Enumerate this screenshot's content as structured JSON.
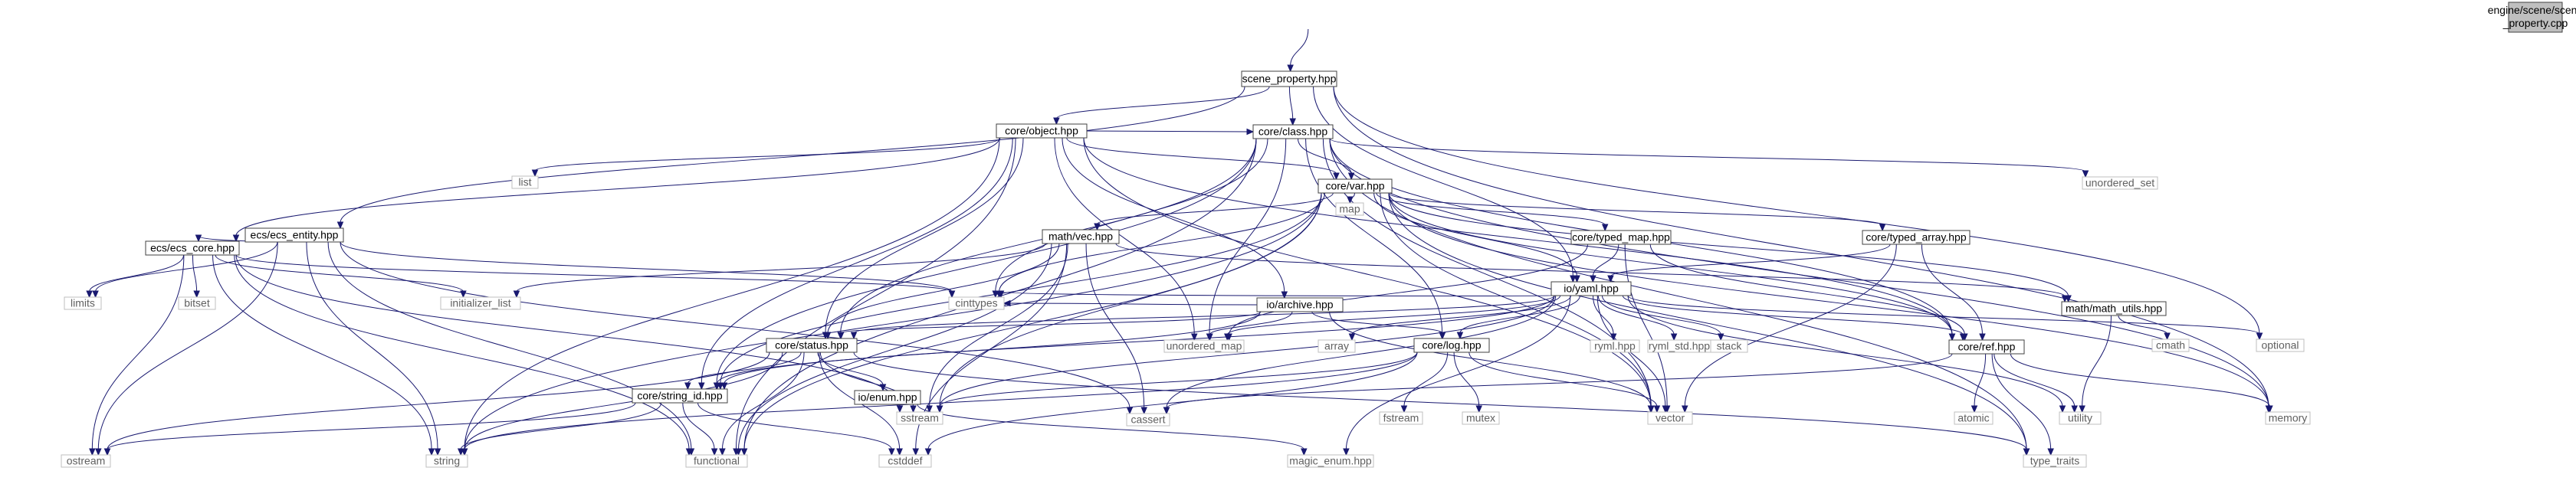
{
  "colors": {
    "edge": "#191970",
    "local_border": "#404040",
    "system_border": "#bfbfbf",
    "root_fill": "#bfbfbf",
    "background": "#ffffff"
  },
  "graph": {
    "root_label_lines": [
      "engine/scene/scene",
      "_property.cpp"
    ],
    "nodes": [
      {
        "id": "scene_property_hpp",
        "label": "scene_property.hpp",
        "kind": "local"
      },
      {
        "id": "core_object_hpp",
        "label": "core/object.hpp",
        "kind": "local"
      },
      {
        "id": "core_class_hpp",
        "label": "core/class.hpp",
        "kind": "local"
      },
      {
        "id": "core_var_hpp",
        "label": "core/var.hpp",
        "kind": "local"
      },
      {
        "id": "ecs_ecs_entity_hpp",
        "label": "ecs/ecs_entity.hpp",
        "kind": "local"
      },
      {
        "id": "ecs_ecs_core_hpp",
        "label": "ecs/ecs_core.hpp",
        "kind": "local"
      },
      {
        "id": "math_vec_hpp",
        "label": "math/vec.hpp",
        "kind": "local"
      },
      {
        "id": "core_typed_map_hpp",
        "label": "core/typed_map.hpp",
        "kind": "local"
      },
      {
        "id": "core_typed_array_hpp",
        "label": "core/typed_array.hpp",
        "kind": "local"
      },
      {
        "id": "io_archive_hpp",
        "label": "io/archive.hpp",
        "kind": "local"
      },
      {
        "id": "io_yaml_hpp",
        "label": "io/yaml.hpp",
        "kind": "local"
      },
      {
        "id": "math_math_utils_hpp",
        "label": "math/math_utils.hpp",
        "kind": "local"
      },
      {
        "id": "core_status_hpp",
        "label": "core/status.hpp",
        "kind": "local"
      },
      {
        "id": "core_log_hpp",
        "label": "core/log.hpp",
        "kind": "local"
      },
      {
        "id": "core_ref_hpp",
        "label": "core/ref.hpp",
        "kind": "local"
      },
      {
        "id": "core_string_id_hpp",
        "label": "core/string_id.hpp",
        "kind": "local"
      },
      {
        "id": "io_enum_hpp",
        "label": "io/enum.hpp",
        "kind": "local"
      },
      {
        "id": "list",
        "label": "list",
        "kind": "system"
      },
      {
        "id": "unordered_set",
        "label": "unordered_set",
        "kind": "system"
      },
      {
        "id": "map",
        "label": "map",
        "kind": "system"
      },
      {
        "id": "limits",
        "label": "limits",
        "kind": "system"
      },
      {
        "id": "bitset",
        "label": "bitset",
        "kind": "system"
      },
      {
        "id": "initializer_list",
        "label": "initializer_list",
        "kind": "system"
      },
      {
        "id": "cinttypes",
        "label": "cinttypes",
        "kind": "system"
      },
      {
        "id": "unordered_map",
        "label": "unordered_map",
        "kind": "system"
      },
      {
        "id": "array",
        "label": "array",
        "kind": "system"
      },
      {
        "id": "ryml_hpp",
        "label": "ryml.hpp",
        "kind": "system"
      },
      {
        "id": "ryml_std_hpp",
        "label": "ryml_std.hpp",
        "kind": "system"
      },
      {
        "id": "stack",
        "label": "stack",
        "kind": "system"
      },
      {
        "id": "optional",
        "label": "optional",
        "kind": "system"
      },
      {
        "id": "cmath",
        "label": "cmath",
        "kind": "system"
      },
      {
        "id": "sstream",
        "label": "sstream",
        "kind": "system"
      },
      {
        "id": "cassert",
        "label": "cassert",
        "kind": "system"
      },
      {
        "id": "fstream",
        "label": "fstream",
        "kind": "system"
      },
      {
        "id": "mutex",
        "label": "mutex",
        "kind": "system"
      },
      {
        "id": "vector",
        "label": "vector",
        "kind": "system"
      },
      {
        "id": "atomic",
        "label": "atomic",
        "kind": "system"
      },
      {
        "id": "utility",
        "label": "utility",
        "kind": "system"
      },
      {
        "id": "memory",
        "label": "memory",
        "kind": "system"
      },
      {
        "id": "ostream",
        "label": "ostream",
        "kind": "system"
      },
      {
        "id": "string",
        "label": "string",
        "kind": "system"
      },
      {
        "id": "functional",
        "label": "functional",
        "kind": "system"
      },
      {
        "id": "cstddef",
        "label": "cstddef",
        "kind": "system"
      },
      {
        "id": "magic_enum_hpp",
        "label": "magic_enum.hpp",
        "kind": "system"
      },
      {
        "id": "type_traits",
        "label": "type_traits",
        "kind": "system"
      }
    ],
    "edges": [
      [
        "root",
        "scene_property_hpp"
      ],
      [
        "scene_property_hpp",
        "core_object_hpp"
      ],
      [
        "scene_property_hpp",
        "core_class_hpp"
      ],
      [
        "scene_property_hpp",
        "ecs_ecs_entity_hpp"
      ],
      [
        "scene_property_hpp",
        "io_yaml_hpp"
      ],
      [
        "scene_property_hpp",
        "optional"
      ],
      [
        "scene_property_hpp",
        "memory"
      ],
      [
        "core_object_hpp",
        "core_class_hpp"
      ],
      [
        "core_object_hpp",
        "core_var_hpp"
      ],
      [
        "core_object_hpp",
        "list"
      ],
      [
        "core_object_hpp",
        "string"
      ],
      [
        "core_object_hpp",
        "functional"
      ],
      [
        "core_object_hpp",
        "core_status_hpp"
      ],
      [
        "core_object_hpp",
        "core_string_id_hpp"
      ],
      [
        "core_object_hpp",
        "io_archive_hpp"
      ],
      [
        "core_object_hpp",
        "unordered_map"
      ],
      [
        "core_object_hpp",
        "vector"
      ],
      [
        "core_object_hpp",
        "core_ref_hpp"
      ],
      [
        "core_object_hpp",
        "ecs_ecs_core_hpp"
      ],
      [
        "core_class_hpp",
        "core_var_hpp"
      ],
      [
        "core_class_hpp",
        "unordered_set"
      ],
      [
        "core_class_hpp",
        "core_log_hpp"
      ],
      [
        "core_class_hpp",
        "core_ref_hpp"
      ],
      [
        "core_class_hpp",
        "core_status_hpp"
      ],
      [
        "core_class_hpp",
        "core_string_id_hpp"
      ],
      [
        "core_class_hpp",
        "cinttypes"
      ],
      [
        "core_class_hpp",
        "unordered_map"
      ],
      [
        "core_class_hpp",
        "functional"
      ],
      [
        "core_class_hpp",
        "vector"
      ],
      [
        "core_class_hpp",
        "type_traits"
      ],
      [
        "core_class_hpp",
        "memory"
      ],
      [
        "core_var_hpp",
        "map"
      ],
      [
        "core_var_hpp",
        "math_vec_hpp"
      ],
      [
        "core_var_hpp",
        "core_typed_map_hpp"
      ],
      [
        "core_var_hpp",
        "core_typed_array_hpp"
      ],
      [
        "core_var_hpp",
        "io_yaml_hpp"
      ],
      [
        "core_var_hpp",
        "math_math_utils_hpp"
      ],
      [
        "core_var_hpp",
        "core_ref_hpp"
      ],
      [
        "core_var_hpp",
        "core_string_id_hpp"
      ],
      [
        "core_var_hpp",
        "cinttypes"
      ],
      [
        "core_var_hpp",
        "string"
      ],
      [
        "core_var_hpp",
        "functional"
      ],
      [
        "core_var_hpp",
        "sstream"
      ],
      [
        "core_var_hpp",
        "vector"
      ],
      [
        "core_var_hpp",
        "type_traits"
      ],
      [
        "core_var_hpp",
        "memory"
      ],
      [
        "ecs_ecs_entity_hpp",
        "ecs_ecs_core_hpp"
      ],
      [
        "ecs_ecs_entity_hpp",
        "limits"
      ],
      [
        "ecs_ecs_entity_hpp",
        "ostream"
      ],
      [
        "ecs_ecs_entity_hpp",
        "string"
      ],
      [
        "ecs_ecs_entity_hpp",
        "functional"
      ],
      [
        "ecs_ecs_entity_hpp",
        "cinttypes"
      ],
      [
        "ecs_ecs_entity_hpp",
        "cassert"
      ],
      [
        "ecs_ecs_core_hpp",
        "limits"
      ],
      [
        "ecs_ecs_core_hpp",
        "bitset"
      ],
      [
        "ecs_ecs_core_hpp",
        "initializer_list"
      ],
      [
        "ecs_ecs_core_hpp",
        "cinttypes"
      ],
      [
        "ecs_ecs_core_hpp",
        "ostream"
      ],
      [
        "ecs_ecs_core_hpp",
        "string"
      ],
      [
        "ecs_ecs_core_hpp",
        "functional"
      ],
      [
        "ecs_ecs_core_hpp",
        "sstream"
      ],
      [
        "math_vec_hpp",
        "initializer_list"
      ],
      [
        "math_vec_hpp",
        "math_math_utils_hpp"
      ],
      [
        "math_vec_hpp",
        "core_status_hpp"
      ],
      [
        "math_vec_hpp",
        "sstream"
      ],
      [
        "math_vec_hpp",
        "cassert"
      ],
      [
        "math_vec_hpp",
        "cstddef"
      ],
      [
        "math_vec_hpp",
        "functional"
      ],
      [
        "core_typed_map_hpp",
        "io_yaml_hpp"
      ],
      [
        "core_typed_map_hpp",
        "unordered_map"
      ],
      [
        "core_typed_map_hpp",
        "core_ref_hpp"
      ],
      [
        "core_typed_map_hpp",
        "vector"
      ],
      [
        "core_typed_array_hpp",
        "io_yaml_hpp"
      ],
      [
        "core_typed_array_hpp",
        "core_ref_hpp"
      ],
      [
        "core_typed_array_hpp",
        "vector"
      ],
      [
        "io_archive_hpp",
        "core_status_hpp"
      ],
      [
        "io_archive_hpp",
        "core_log_hpp"
      ],
      [
        "io_archive_hpp",
        "core_string_id_hpp"
      ],
      [
        "io_archive_hpp",
        "unordered_map"
      ],
      [
        "io_archive_hpp",
        "vector"
      ],
      [
        "io_archive_hpp",
        "cinttypes"
      ],
      [
        "io_yaml_hpp",
        "core_ref_hpp"
      ],
      [
        "io_yaml_hpp",
        "core_log_hpp"
      ],
      [
        "io_yaml_hpp",
        "core_status_hpp"
      ],
      [
        "io_yaml_hpp",
        "cinttypes"
      ],
      [
        "io_yaml_hpp",
        "unordered_map"
      ],
      [
        "io_yaml_hpp",
        "array"
      ],
      [
        "io_yaml_hpp",
        "ryml_hpp"
      ],
      [
        "io_yaml_hpp",
        "ryml_std_hpp"
      ],
      [
        "io_yaml_hpp",
        "stack"
      ],
      [
        "io_yaml_hpp",
        "optional"
      ],
      [
        "io_yaml_hpp",
        "sstream"
      ],
      [
        "io_yaml_hpp",
        "cassert"
      ],
      [
        "io_yaml_hpp",
        "vector"
      ],
      [
        "io_yaml_hpp",
        "utility"
      ],
      [
        "io_yaml_hpp",
        "magic_enum_hpp"
      ],
      [
        "io_yaml_hpp",
        "core_string_id_hpp"
      ],
      [
        "math_math_utils_hpp",
        "cmath"
      ],
      [
        "math_math_utils_hpp",
        "utility"
      ],
      [
        "core_status_hpp",
        "core_string_id_hpp"
      ],
      [
        "core_status_hpp",
        "io_enum_hpp"
      ],
      [
        "core_status_hpp",
        "sstream"
      ],
      [
        "core_status_hpp",
        "ostream"
      ],
      [
        "core_status_hpp",
        "string"
      ],
      [
        "core_status_hpp",
        "functional"
      ],
      [
        "core_status_hpp",
        "cstddef"
      ],
      [
        "core_status_hpp",
        "type_traits"
      ],
      [
        "core_log_hpp",
        "fstream"
      ],
      [
        "core_log_hpp",
        "mutex"
      ],
      [
        "core_log_hpp",
        "sstream"
      ],
      [
        "core_log_hpp",
        "string"
      ],
      [
        "core_log_hpp",
        "cstddef"
      ],
      [
        "core_log_hpp",
        "vector"
      ],
      [
        "core_ref_hpp",
        "atomic"
      ],
      [
        "core_ref_hpp",
        "utility"
      ],
      [
        "core_ref_hpp",
        "type_traits"
      ],
      [
        "core_ref_hpp",
        "memory"
      ],
      [
        "core_ref_hpp",
        "cassert"
      ],
      [
        "core_string_id_hpp",
        "ostream"
      ],
      [
        "core_string_id_hpp",
        "string"
      ],
      [
        "core_string_id_hpp",
        "functional"
      ],
      [
        "core_string_id_hpp",
        "cstddef"
      ],
      [
        "io_enum_hpp",
        "magic_enum_hpp"
      ]
    ]
  }
}
